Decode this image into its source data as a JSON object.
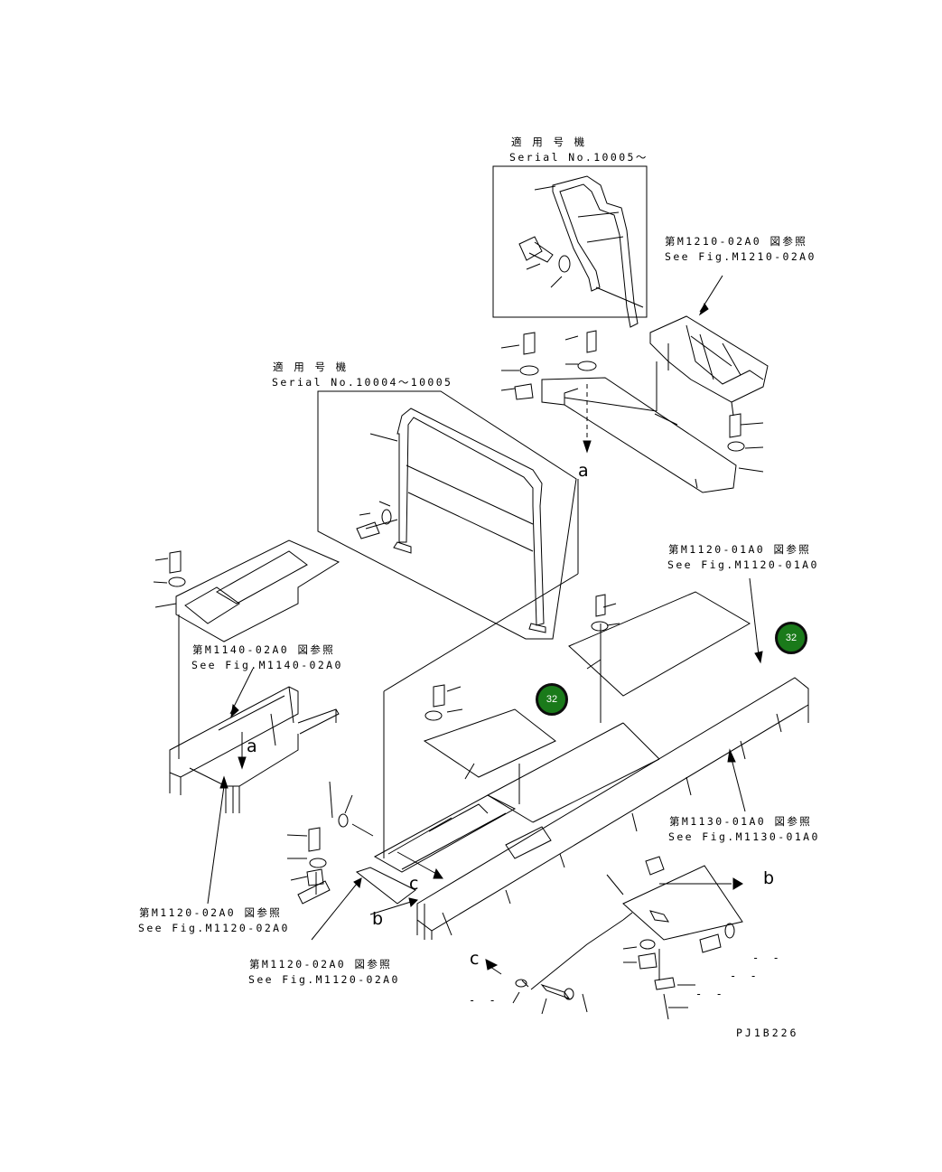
{
  "serial_group_1": {
    "title": "適 用 号 機",
    "serial": "Serial No.10005～"
  },
  "serial_group_2": {
    "title": "適 用 号 機",
    "serial": "Serial No.10004～10005"
  },
  "refs": {
    "m1210": {
      "jp": "第M1210-02A0 図参照",
      "en": "See Fig.M1210-02A0"
    },
    "m1120_01": {
      "jp": "第M1120-01A0 図参照",
      "en": "See Fig.M1120-01A0"
    },
    "m1140": {
      "jp": "第M1140-02A0 図参照",
      "en": "See Fig.M1140-02A0"
    },
    "m1130": {
      "jp": "第M1130-01A0 図参照",
      "en": "See Fig.M1130-01A0"
    },
    "m1120_02_left": {
      "jp": "第M1120-02A0 図参照",
      "en": "See Fig.M1120-02A0"
    },
    "m1120_02_mid": {
      "jp": "第M1120-02A0 図参照",
      "en": "See Fig.M1120-02A0"
    }
  },
  "letters": {
    "a1": "a",
    "a2": "a",
    "b1": "b",
    "b2": "b",
    "c1": "c",
    "c2": "c"
  },
  "callouts": {
    "upper": "32",
    "lower": "32"
  },
  "dashes": {
    "d1": "- -",
    "d2": "- -",
    "d3": "- -",
    "d4": "- -"
  },
  "drawing_code": "PJ1B226",
  "colors": {
    "callout_fill": "#1a7a1a",
    "line": "#000000"
  }
}
